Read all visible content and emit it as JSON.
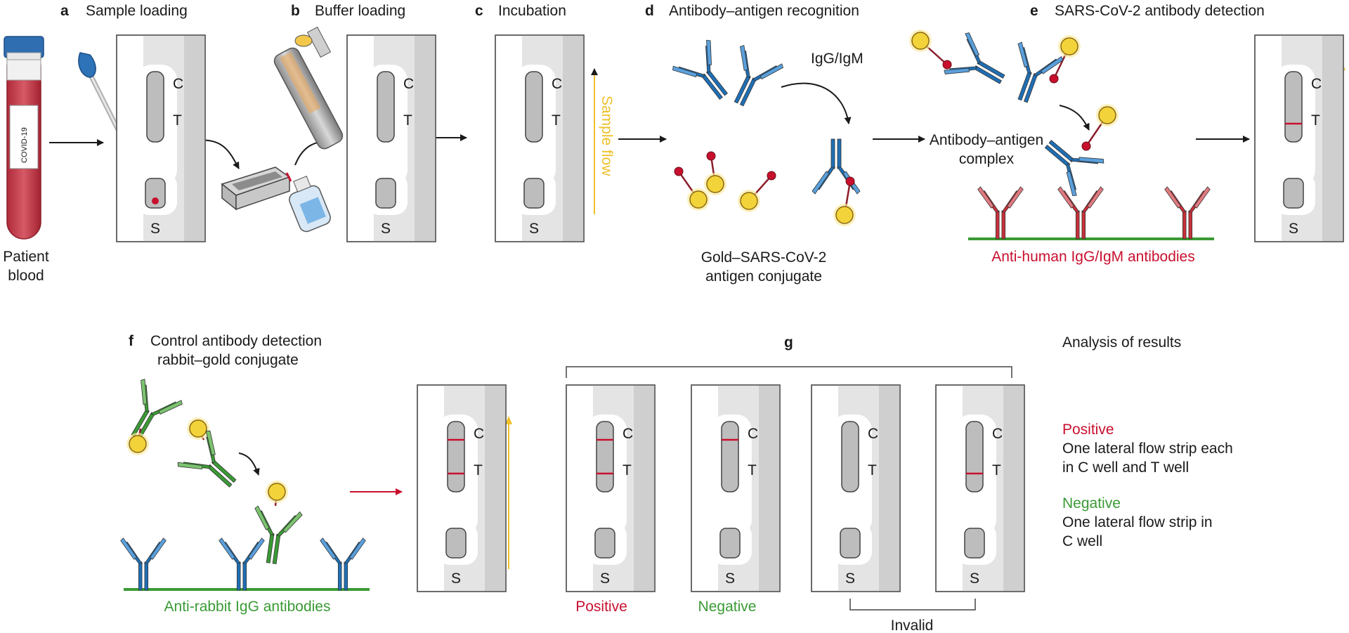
{
  "colors": {
    "ink": "#1a1a1a",
    "red": "#c8102e",
    "green": "#3a9a34",
    "blue": "#1f6fb5",
    "gold": "#f3d33a",
    "flow": "#efc02a",
    "strip_gray": "#bdbdbd",
    "dark_red_ab": "#c8303a"
  },
  "panels": {
    "a": {
      "letter": "a",
      "title": "Sample loading",
      "tube_label": "COVID-19",
      "caption_line1": "Patient",
      "caption_line2": "blood"
    },
    "b": {
      "letter": "b",
      "title": "Buffer loading"
    },
    "c": {
      "letter": "c",
      "title": "Incubation",
      "flow_label": "Sample flow"
    },
    "d": {
      "letter": "d",
      "title": "Antibody–antigen recognition",
      "igg_label": "IgG/IgM",
      "caption_line1": "Gold–SARS-CoV-2",
      "caption_line2": "antigen conjugate"
    },
    "e": {
      "letter": "e",
      "title": "SARS-CoV-2 antibody detection",
      "complex_line1": "Antibody–antigen",
      "complex_line2": "complex",
      "anti_label": "Anti-human IgG/IgM antibodies"
    },
    "f": {
      "letter": "f",
      "title_line1": "Control antibody detection",
      "title_line2": "rabbit–gold conjugate",
      "anti_label": "Anti-rabbit IgG antibodies"
    },
    "g": {
      "letter": "g",
      "positive_label": "Positive",
      "negative_label": "Negative",
      "invalid_label": "Invalid"
    }
  },
  "strip": {
    "c": "C",
    "t": "T",
    "s": "S"
  },
  "analysis": {
    "heading": "Analysis of results",
    "positive_title": "Positive",
    "positive_line1": "One lateral flow strip each",
    "positive_line2": "in C well and T well",
    "negative_title": "Negative",
    "negative_line1": "One lateral flow strip in",
    "negative_line2": "C well"
  }
}
